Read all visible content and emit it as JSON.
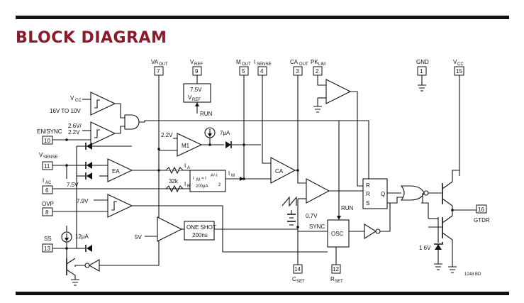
{
  "title": "BLOCK DIAGRAM",
  "pins": {
    "vaout": {
      "name": "VA",
      "sub": "OUT",
      "num": "7"
    },
    "vref": {
      "name": "V",
      "sub": "REF",
      "num": "9"
    },
    "mout": {
      "name": "M",
      "sub": "OUT",
      "num": "5"
    },
    "isense": {
      "name": "I",
      "sub": "SENSE",
      "num": "4"
    },
    "caout": {
      "name": "CA",
      "sub": "OUT",
      "num": "3"
    },
    "pklim": {
      "name": "PK",
      "sub": "LIM",
      "num": "2"
    },
    "gnd": {
      "name": "GND",
      "num": "1"
    },
    "vcc": {
      "name": "V",
      "sub": "CC",
      "num": "15"
    },
    "en_sync": {
      "name": "EN/SYNC",
      "num": "10"
    },
    "vsense": {
      "name": "V",
      "sub": "SENSE",
      "num": "11"
    },
    "iac": {
      "name": "I",
      "sub": "AC",
      "num": "6"
    },
    "ovp": {
      "name": "OVP",
      "num": "8"
    },
    "ss": {
      "name": "SS",
      "num": "13"
    },
    "cset": {
      "name": "C",
      "sub": "SET",
      "num": "14"
    },
    "rset": {
      "name": "R",
      "sub": "SET",
      "num": "12"
    },
    "gtdr": {
      "name": "GTDR",
      "num": "16"
    }
  },
  "labels": {
    "vcc_left": "V",
    "vcc_left_sub": "CC",
    "uvlo_range": "16V TO 10V",
    "en_thresh_a": "2.6V/",
    "en_thresh_b": "2.2V",
    "vref_value": "7.5V",
    "vref_box_name": "V",
    "vref_box_sub": "REF",
    "run": "RUN",
    "v22": "2.2V",
    "m1": "M1",
    "i7ua": "7μA",
    "ea": "EA",
    "v75": "7.5V",
    "r32k": "32k",
    "ia": "I",
    "ia_sub": "A",
    "ib": "I",
    "ib_sub": "B",
    "im": "I",
    "im_sub": "M",
    "mult_formula_lhs": "I",
    "mult_formula_rhs": "= I",
    "mult_denominator": "200μA",
    "ca": "CA",
    "v79": "7.9V",
    "v5": "5V",
    "one_shot": "ONE SHOT",
    "one_shot_time": "200ns",
    "i12ua": "12μA",
    "v07": "0.7V",
    "sync": "SYNC",
    "osc": "OSC",
    "run2": "RUN",
    "latch_r1": "R",
    "latch_r2": "R",
    "latch_s": "S",
    "latch_q": "Q",
    "zener_v": "1 6V",
    "code": "1248 BD"
  }
}
